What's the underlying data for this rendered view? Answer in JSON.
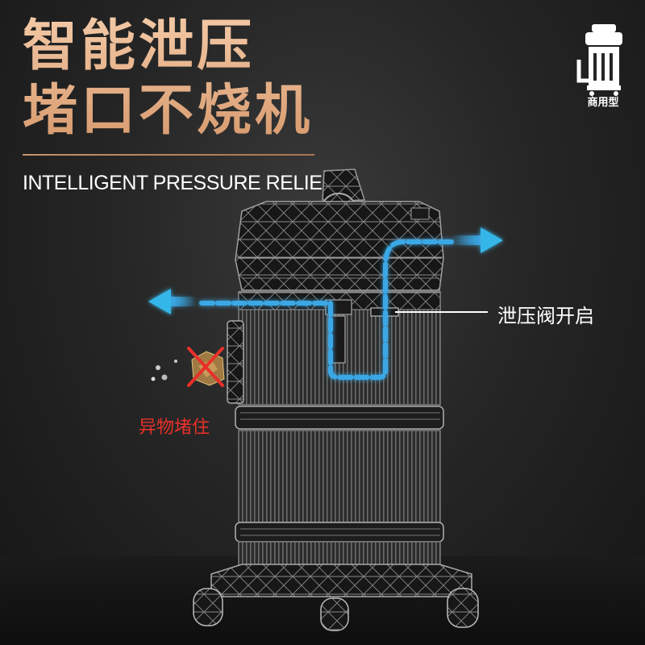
{
  "headline": {
    "line1": "智能泄压",
    "line2": "堵口不烧机"
  },
  "subheadline": "INTELLIGENT PRESSURE RELIEF",
  "badge": {
    "label": "商用型",
    "icon": "vacuum-cleaner-icon"
  },
  "callouts": {
    "valve": "泄压阀开启",
    "blocked": "异物堵住"
  },
  "colors": {
    "headline": "#e3ad86",
    "airflow": "#3aa8e6",
    "arrow": "#34b6e8",
    "warning": "#e8302a",
    "background": "#262626"
  }
}
